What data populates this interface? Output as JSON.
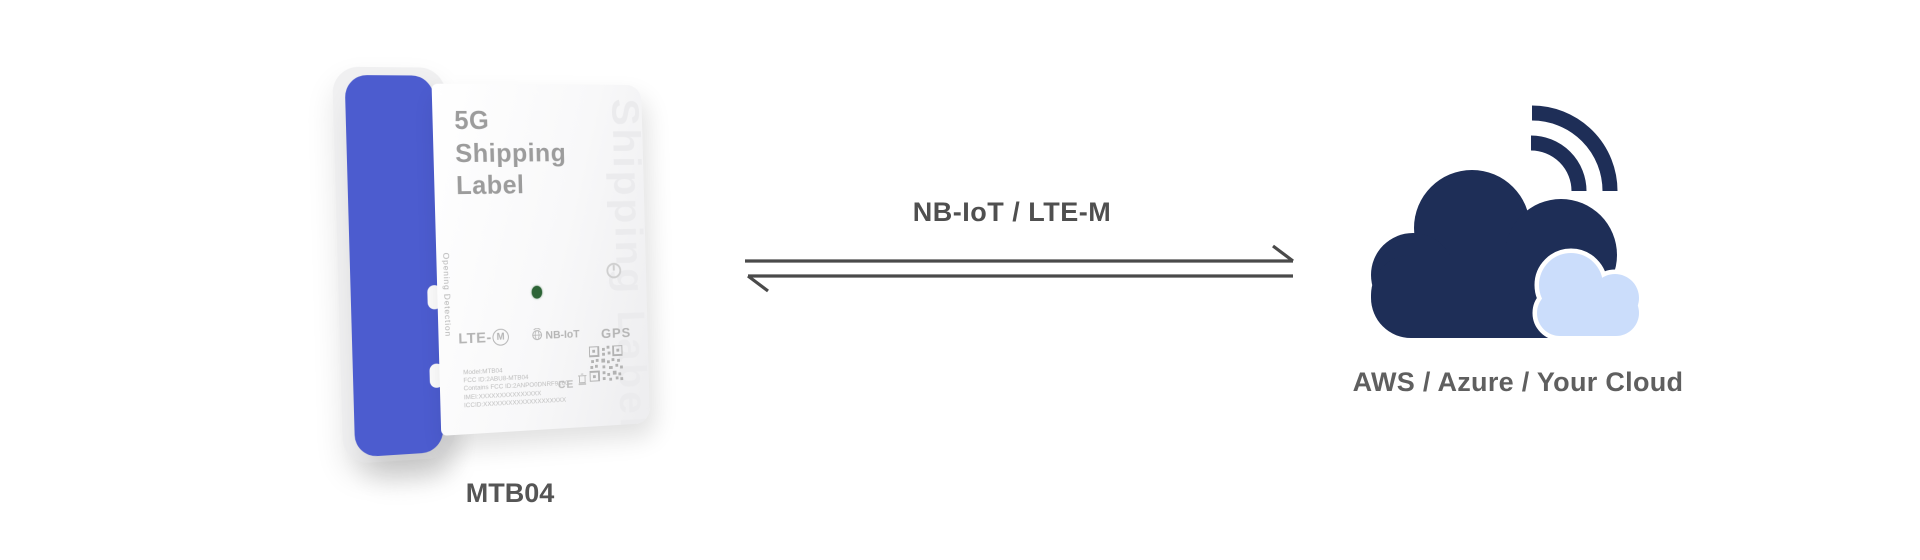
{
  "device": {
    "title": "5G\nShipping\nLabel",
    "watermark": "Shipping Label",
    "side_label": "Opening Detection",
    "badges": {
      "lte_prefix": "LTE-",
      "lte_m_circle": "M",
      "nb_iot": "NB-IoT",
      "gps": "GPS"
    },
    "print_lines": [
      "Model:MTB04",
      "FCC ID:2ABU8-MTB04",
      "Contains FCC ID:2ANPO0DNRF9160",
      "IMEI:XXXXXXXXXXXXXXX",
      "ICCID:XXXXXXXXXXXXXXXXXXXX"
    ],
    "ce_mark": "CE",
    "caption": "MTB04"
  },
  "connection": {
    "label": "NB-IoT / LTE-M"
  },
  "cloud": {
    "caption": "AWS / Azure / Your Cloud"
  },
  "colors": {
    "spine_blue": "#4c5ccf",
    "cloud_navy": "#1e2e57",
    "cloud_light": "#cbddfb",
    "led_green": "#2d6436",
    "line_gray": "#4a4a4a",
    "title_gray": "#9c9c9c"
  }
}
